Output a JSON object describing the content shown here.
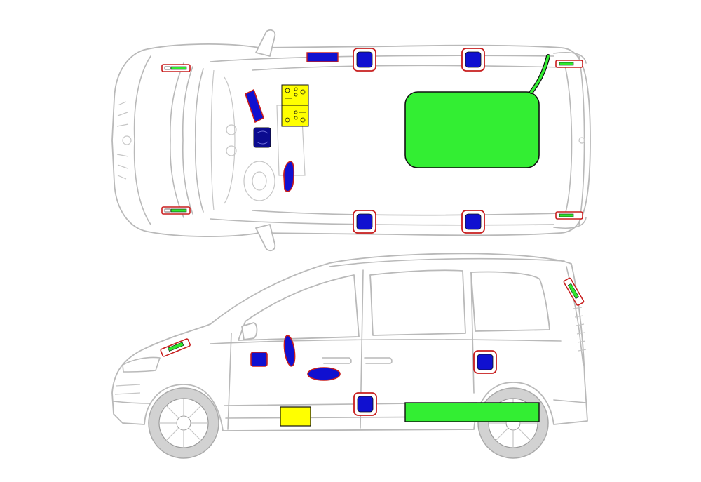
{
  "diagram": {
    "views": [
      "top-view",
      "side-view"
    ],
    "colors": {
      "outline": "#b9b9b9",
      "airbag_inflator": "#1010d0",
      "inflator_frame": "#c81e1e",
      "pretensioner_indicator": "#2ee82e",
      "high_voltage_battery": "#33ee33",
      "control_unit": "#ffff00",
      "tyre": "#d2d2d2"
    },
    "component_groups": [
      "curtain-airbag-inflator",
      "side-airbag",
      "knee-airbag",
      "seatbelt-pretensioner",
      "battery-pack",
      "control-unit",
      "gas-strut"
    ]
  }
}
